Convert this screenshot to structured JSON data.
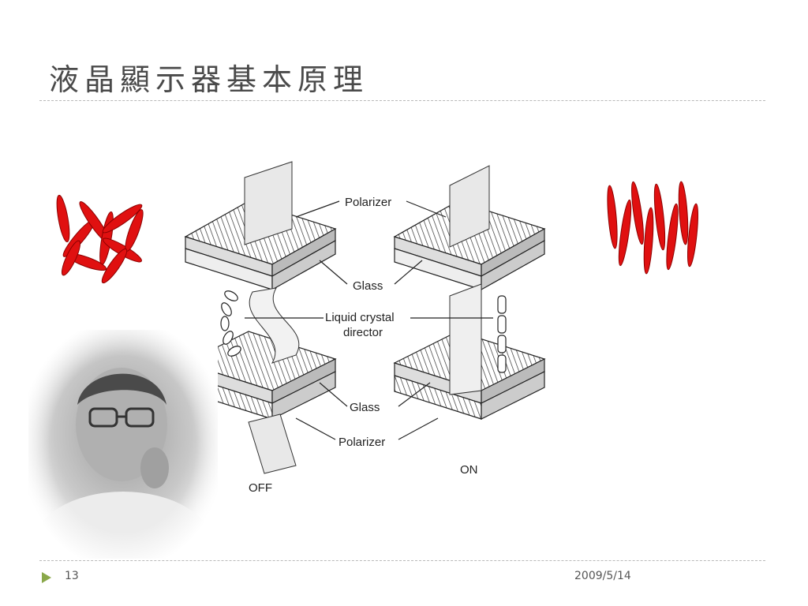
{
  "slide": {
    "title": "液晶顯示器基本原理",
    "page_number": "13",
    "date": "2009/5/14"
  },
  "diagram": {
    "labels": {
      "polarizer_top": "Polarizer",
      "glass_top": "Glass",
      "lc_director_line1": "Liquid crystal",
      "lc_director_line2": "director",
      "glass_bottom": "Glass",
      "polarizer_bottom": "Polarizer",
      "state_off": "OFF",
      "state_on": "ON"
    }
  },
  "colors": {
    "molecule_red": "#e01010",
    "title_gray": "#4a4a4a",
    "footer_accent": "#8aa84a"
  },
  "icons": {
    "footer_bullet": "triangle-right-icon"
  }
}
